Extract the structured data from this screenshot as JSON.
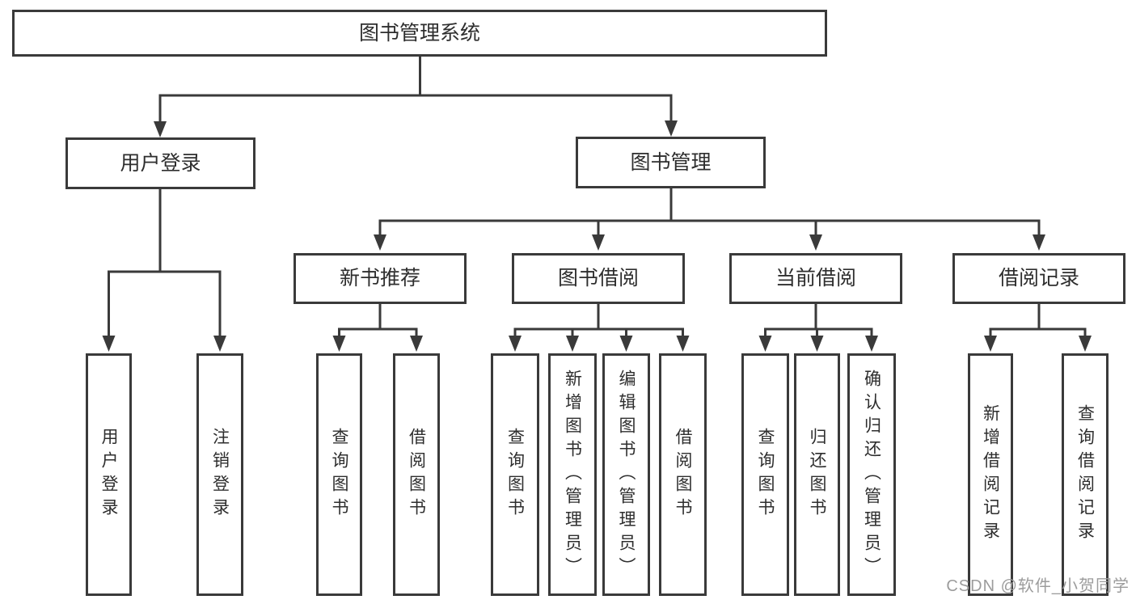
{
  "nodes": {
    "root": "图书管理系统",
    "level2": [
      "用户登录",
      "图书管理"
    ],
    "level3": [
      "新书推荐",
      "图书借阅",
      "当前借阅",
      "借阅记录"
    ],
    "leaves": {
      "user_login": [
        "用户登录",
        "注销登录"
      ],
      "new_book_recommend": [
        "查询图书",
        "借阅图书"
      ],
      "book_borrow": [
        "查询图书",
        "新增图书（管理员）",
        "编辑图书（管理员）",
        "借阅图书"
      ],
      "current_borrow": [
        "查询图书",
        "归还图书",
        "确认归还（管理员）"
      ],
      "borrow_records": [
        "新增借阅记录",
        "查询借阅记录"
      ]
    }
  },
  "watermark": "CSDN @软件_小贺同学",
  "colors": {
    "line": "#3a3a3a",
    "text": "#2e2e2e",
    "watermark": "#9c9c9c",
    "background": "#ffffff"
  }
}
